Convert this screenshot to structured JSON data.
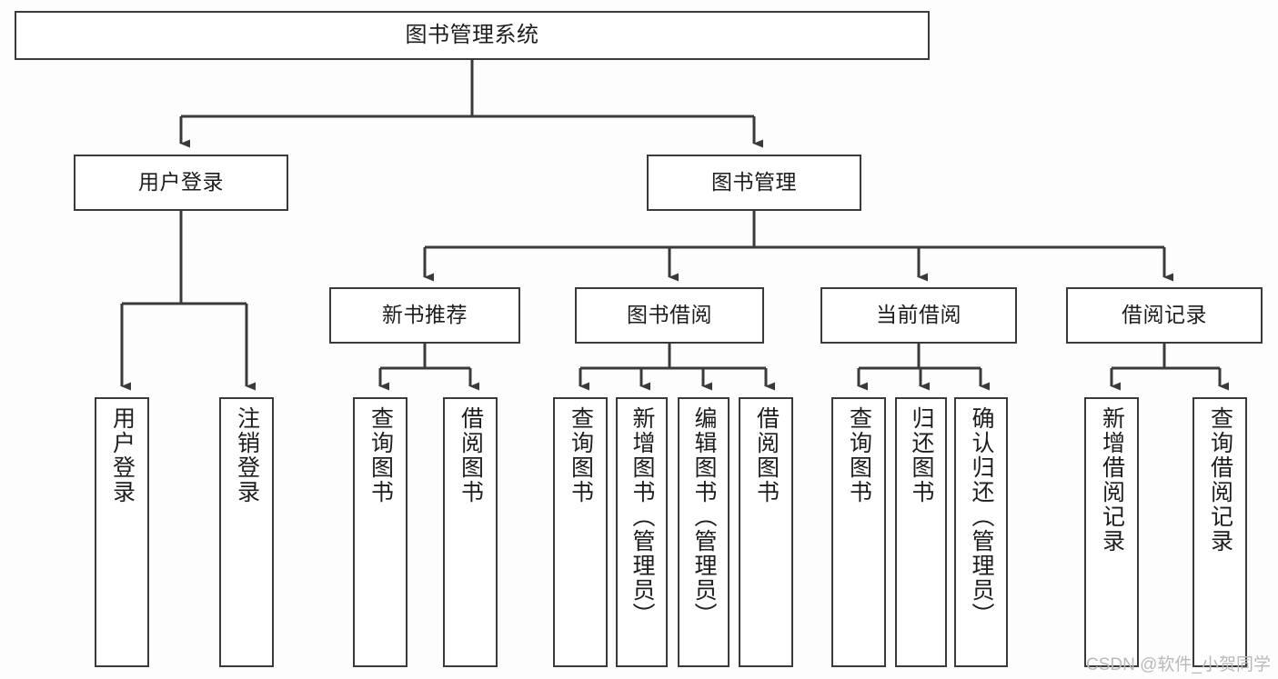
{
  "diagram": {
    "title": "图书管理系统",
    "type": "tree-hierarchy-chart",
    "orientation": "top-down",
    "line_color": "#3a3a3a",
    "box_fill": "#ffffff",
    "background": "#fdfdfd",
    "nodes": {
      "root": {
        "label": "图书管理系统"
      },
      "level2": [
        {
          "label": "用户登录"
        },
        {
          "label": "图书管理"
        }
      ],
      "level3": [
        {
          "label": "新书推荐"
        },
        {
          "label": "图书借阅"
        },
        {
          "label": "当前借阅"
        },
        {
          "label": "借阅记录"
        }
      ],
      "leaves": {
        "user_login": [
          {
            "label": "用户登录"
          },
          {
            "label": "注销登录"
          }
        ],
        "new_book_recommend": [
          {
            "label": "查询图书"
          },
          {
            "label": "借阅图书"
          }
        ],
        "book_borrow": [
          {
            "label": "查询图书"
          },
          {
            "label": "新增图书（管理员）"
          },
          {
            "label": "编辑图书（管理员）"
          },
          {
            "label": "借阅图书"
          }
        ],
        "current_borrow": [
          {
            "label": "查询图书"
          },
          {
            "label": "归还图书"
          },
          {
            "label": "确认归还（管理员）"
          }
        ],
        "borrow_record": [
          {
            "label": "新增借阅记录"
          },
          {
            "label": "查询借阅记录"
          }
        ]
      }
    }
  },
  "watermark": {
    "text": "CSDN @软件_小贺同学"
  }
}
